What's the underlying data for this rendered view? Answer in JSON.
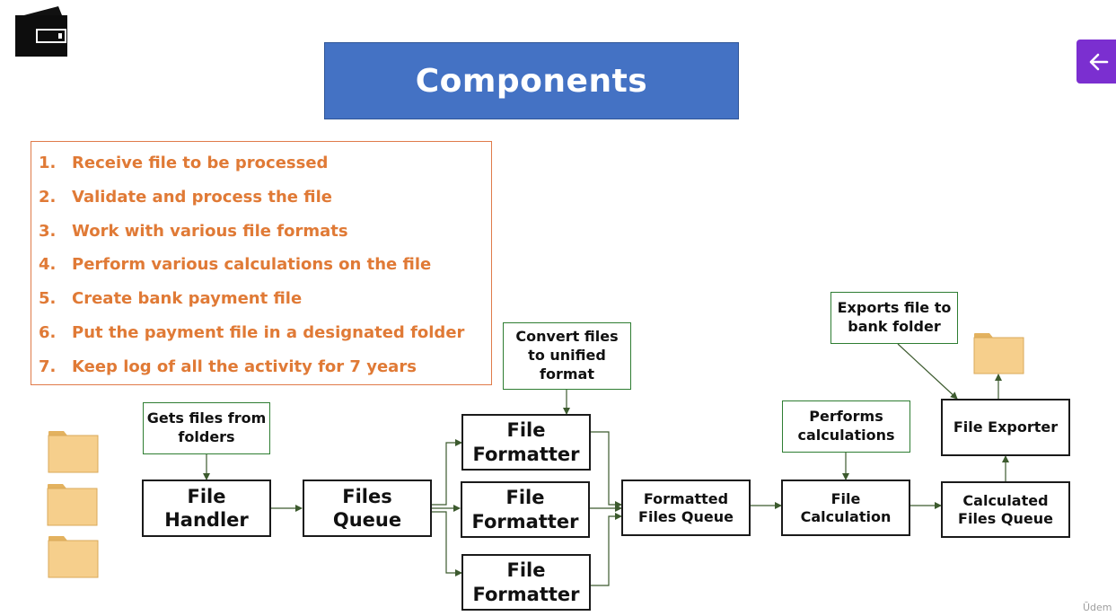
{
  "title": "Components",
  "requirements": [
    {
      "num": "1.",
      "text": "Receive file to be processed"
    },
    {
      "num": "2.",
      "text": "Validate and process the file"
    },
    {
      "num": "3.",
      "text": "Work with various file formats"
    },
    {
      "num": "4.",
      "text": "Perform various calculations on the file"
    },
    {
      "num": "5.",
      "text": "Create bank payment file"
    },
    {
      "num": "6.",
      "text": "Put the payment file in a designated folder"
    },
    {
      "num": "7.",
      "text": "Keep log of all the activity for 7 years"
    }
  ],
  "nodes": {
    "file_handler": "File\nHandler",
    "files_queue": "Files\nQueue",
    "formatter_1": "File\nFormatter",
    "formatter_2": "File\nFormatter",
    "formatter_3": "File\nFormatter",
    "formatted_queue": "Formatted\nFiles Queue",
    "file_calculation": "File\nCalculation",
    "calculated_queue": "Calculated\nFiles Queue",
    "file_exporter": "File Exporter"
  },
  "notes": {
    "gets_files": "Gets files from\nfolders",
    "convert_files": "Convert files\nto unified\nformat",
    "performs_calc": "Performs\ncalculations",
    "exports_file": "Exports file to\nbank folder"
  },
  "colors": {
    "title_bg": "#4472c4",
    "list_text": "#e07a36",
    "note_border": "#2e7d32",
    "folder_fill": "#f6cf8c",
    "back_button": "#7b2fd0"
  },
  "icons": {
    "logo": "wallet-icon",
    "back": "arrow-left-icon",
    "folder": "folder-icon"
  },
  "watermark": "Ūdem"
}
